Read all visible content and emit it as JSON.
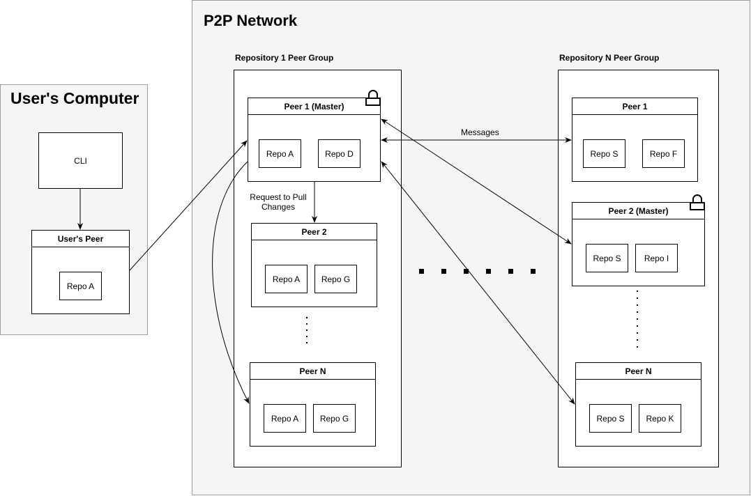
{
  "user_computer": {
    "title": "User's Computer",
    "cli_label": "CLI",
    "users_peer": {
      "title": "User's Peer",
      "repos": [
        "Repo A"
      ]
    }
  },
  "p2p_network": {
    "title": "P2P Network",
    "group1": {
      "label": "Repository 1 Peer Group",
      "peer1": {
        "title": "Peer 1 (Master)",
        "locked": true,
        "repos": [
          "Repo A",
          "Repo D"
        ]
      },
      "peer2": {
        "title": "Peer 2",
        "repos": [
          "Repo A",
          "Repo G"
        ]
      },
      "peerN": {
        "title": "Peer N",
        "repos": [
          "Repo A",
          "Repo G"
        ]
      }
    },
    "groupN": {
      "label": "Repository N Peer Group",
      "peer1": {
        "title": "Peer 1",
        "repos": [
          "Repo S",
          "Repo F"
        ]
      },
      "peer2": {
        "title": "Peer 2 (Master)",
        "locked": true,
        "repos": [
          "Repo S",
          "Repo I"
        ]
      },
      "peerN": {
        "title": "Peer N",
        "repos": [
          "Repo S",
          "Repo K"
        ]
      }
    }
  },
  "edge_labels": {
    "messages": "Messages",
    "request_pull": "Request to Pull Changes"
  },
  "icons": {
    "lock": "lock-icon"
  }
}
